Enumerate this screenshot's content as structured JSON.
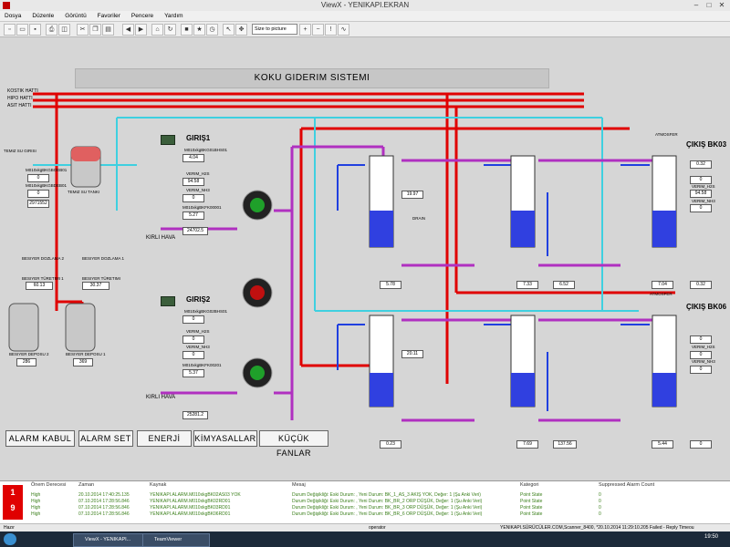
{
  "window": {
    "title": "ViewX - YENIKAPI.EKRAN",
    "minimize": "–",
    "maximize": "□",
    "close": "✕"
  },
  "menu": [
    "Dosya",
    "Düzenle",
    "Görüntü",
    "Favoriler",
    "Pencere",
    "Yardım"
  ],
  "toolbar": {
    "zoom_select": "Size to picture"
  },
  "scada": {
    "banner": "KOKU GIDERIM SISTEMI",
    "lines": [
      "KOSTIK HATTI",
      "HIPO HATTI",
      "ASIT HATTI"
    ],
    "temiz_su": {
      "label": "TEMIZ SU GIRISI",
      "tank_label": "TEMIZ SU TANKI",
      "tag1": "M010xkgBKGBOEB01",
      "value1": "0",
      "tag2": "M010xkgBKGBDEB01",
      "value2": "0",
      "value3": "2971552"
    },
    "besiyer_dozlama_2": {
      "label": "BESIYER DOZLAMA 2",
      "turketim_label": "BESIYER TÜRETIMI 1",
      "value": "60.13"
    },
    "besiyer_dozlama_1": {
      "label": "BESIYER DOZLAMA 1",
      "turketim_label": "BESIYER TÜRETIMI",
      "value": "30.37"
    },
    "tanks": [
      {
        "label": "BESIYER DEPOSU 2",
        "value": "286"
      },
      {
        "label": "BESIYER DEPOSU 1",
        "value": "369"
      }
    ],
    "giris1": {
      "title": "GIRIŞ1",
      "tag1": "M010xkgBKG01BHS01",
      "val1": "4.04",
      "verim_h2s": "VERIM_H2S",
      "val2": "94.58",
      "verim_nh3": "VERIM_NH3",
      "val3": "0",
      "fan_tag": "M010xkgBKFK00001",
      "fan_val": "5.27",
      "fan_val2": "24702.5",
      "kirli_hava": "KIRLI HAVA"
    },
    "giris2": {
      "title": "GIRIŞ2",
      "tag1": "M010xkgBKG02BHS01",
      "val1": "0",
      "verim_h2s": "VERIM_H2S",
      "val2": "0",
      "verim_nh3": "VERIM_NH3",
      "val3": "0",
      "fan_tag": "M010xkgBKFK00201",
      "fan_val": "5.37",
      "fan_val2": "25281.2",
      "kirli_hava": "KIRLI HAVA"
    },
    "cikis_bk03": {
      "title": "ÇIKIŞ BK03",
      "atmosfer": "ATMOSFER",
      "val1": "0.32",
      "val2": "0",
      "verim_h2s": "VERIM_H2S",
      "val3": "94.58",
      "verim_nh3": "VERIM_NH3",
      "val4": "0",
      "val5": "7.04",
      "val6": "0.32"
    },
    "cikis_bk06": {
      "title": "ÇIKIŞ BK06",
      "atmosfer": "ATMOSFER",
      "val1": "0",
      "verim_h2s": "VERIM_H2S",
      "val2": "0",
      "verim_nh3": "VERIM_NH3",
      "val3": "0",
      "val4": "5.44",
      "val5": "0"
    },
    "scrubber_values": [
      "19.97",
      "20.11",
      "5.78",
      "0.23",
      "7.33",
      "6.52",
      "7.69",
      "137.56"
    ],
    "drain": "DRAIN"
  },
  "nav_buttons": [
    "ALARM KABUL",
    "ALARM SET",
    "ENERJİ",
    "KİMYASALLAR",
    "KÜÇÜK FANLAR"
  ],
  "alarm_panel": {
    "count_top": "1",
    "count_bottom": "9",
    "headers": [
      "Önem Derecesi",
      "Zaman",
      "Kaynak",
      "Mesaj",
      "Kategori",
      "Suppressed Alarm Count"
    ],
    "rows": [
      [
        "High",
        "20.10.2014 17:40:25.135",
        "YENIKAPI.ALARM.M010xkgBK02AS03 YOK",
        "Durum Değişikliği: Eski Durum: , Yeni Durum: BK_1_AS_3 AKIŞ YOK, Değer: 1 (Şu Anki Veri)",
        "Point State",
        "0"
      ],
      [
        "High",
        "07.10.2014 17:28:56.846",
        "YENIKAPI.ALARM.M010xkgBK02RD01",
        "Durum Değişikliği: Eski Durum: , Yeni Durum: BK_BR_2 ORP DÜŞÜK, Değer: 1 (Şu Anki Veri)",
        "Point State",
        "0"
      ],
      [
        "High",
        "07.10.2014 17:28:56.846",
        "YENIKAPI.ALARM.M010xkgBK03RD01",
        "Durum Değişikliği: Eski Durum: , Yeni Durum: BK_BR_3 ORP DÜŞÜK, Değer: 1 (Şu Anki Veri)",
        "Point State",
        "0"
      ],
      [
        "High",
        "07.10.2014 17:28:56.846",
        "YENIKAPI.ALARM.M010xkgBK06RD01",
        "Durum Değişikliği: Eski Durum: , Yeni Durum: BK_BR_6 ORP DÜŞÜK, Değer: 1 (Şu Anki Veri)",
        "Point State",
        "0"
      ]
    ]
  },
  "status_bar": {
    "left": "Hazır",
    "user": "operator",
    "right": "YENIKAPI.SÜRÜCÜLER.COM,Scanner_8400, *20.10.2014 11:29:10.205 Failed - Reply Timeou"
  },
  "taskbar": {
    "tasks": [
      "ViewX - YENIKAPI...",
      "TeamViewer"
    ],
    "clock": "19:50"
  },
  "colors": {
    "caustic_line": "#e00000",
    "water_line": "#3fd0e0",
    "air_line": "#b030c0",
    "blue_line": "#2040e0",
    "alarm_red": "#e00000"
  }
}
